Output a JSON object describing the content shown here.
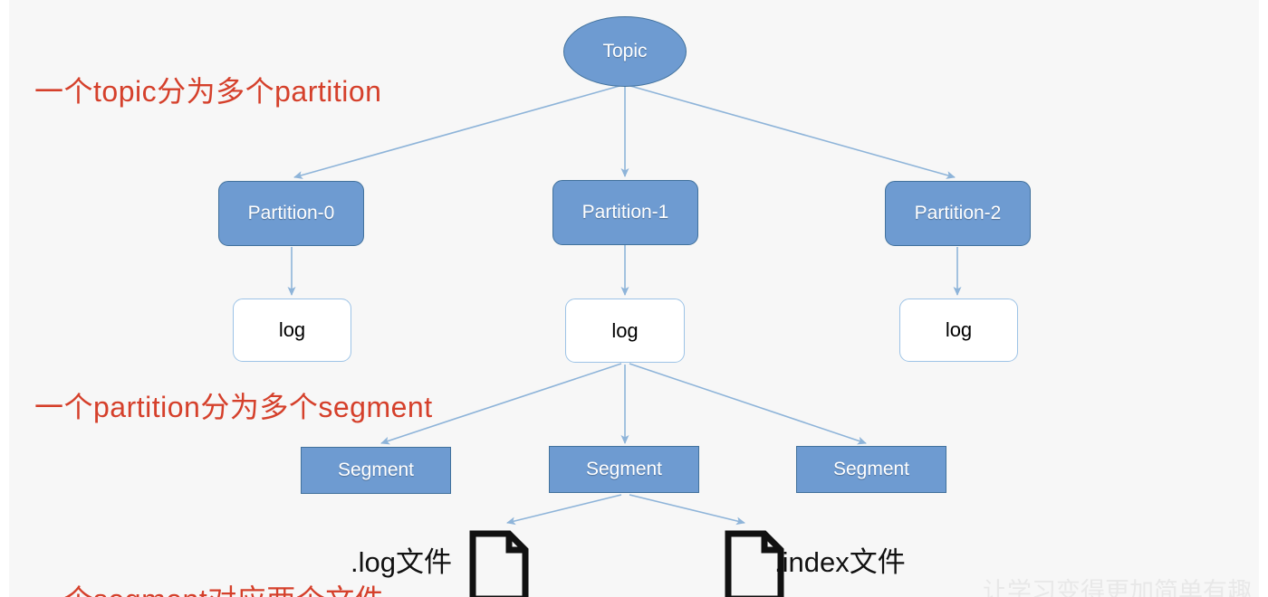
{
  "diagram": {
    "title_node": {
      "label": "Topic"
    },
    "partitions": [
      {
        "label": "Partition-0"
      },
      {
        "label": "Partition-1"
      },
      {
        "label": "Partition-2"
      }
    ],
    "logs": [
      {
        "label": "log"
      },
      {
        "label": "log"
      },
      {
        "label": "log"
      }
    ],
    "segments": [
      {
        "label": "Segment"
      },
      {
        "label": "Segment"
      },
      {
        "label": "Segment"
      }
    ],
    "files": [
      {
        "label": ".log文件",
        "icon": "file-icon"
      },
      {
        "label": ".index文件",
        "icon": "file-icon"
      }
    ],
    "annotations": [
      {
        "text": "一个topic分为多个partition"
      },
      {
        "text": "一个partition分为多个segment"
      },
      {
        "text": "一个segment对应两个文件"
      }
    ],
    "watermark": {
      "text": "让学习变得更加简单有趣"
    },
    "colors": {
      "node_fill": "#6e9bd1",
      "node_stroke": "#41719c",
      "log_stroke": "#9dc3e6",
      "connector": "#8eb4d9",
      "annotation_text": "#d5402b",
      "background": "#f7f7f7",
      "file_outline": "#111111"
    }
  }
}
